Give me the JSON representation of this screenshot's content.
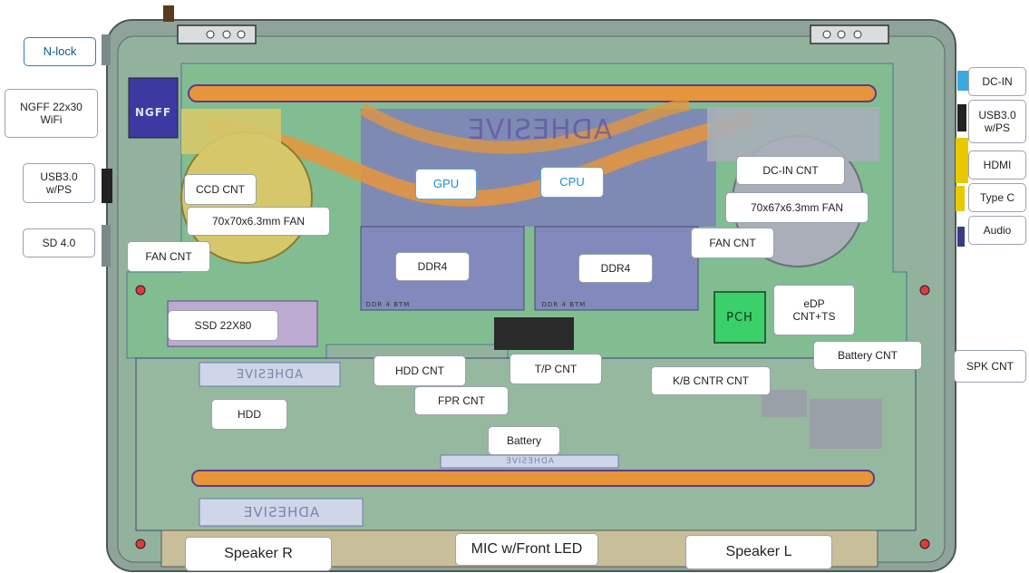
{
  "labels": {
    "nlock": "N-lock",
    "ngff_wifi": "NGFF 22x30\nWiFi",
    "usb_left": "USB3.0\nw/PS",
    "sd": "SD 4.0",
    "dc_in": "DC-IN",
    "usb_right": "USB3.0\nw/PS",
    "hdmi": "HDMI",
    "typec": "Type C",
    "audio": "Audio",
    "spk_cnt": "SPK CNT",
    "ccd_cnt": "CCD CNT",
    "fan_left": "70x70x6.3mm FAN",
    "fan_cnt_left": "FAN CNT",
    "gpu": "GPU",
    "cpu": "CPU",
    "dc_in_cnt": "DC-IN CNT",
    "fan_right": "70x67x6.3mm FAN",
    "fan_cnt_right": "FAN CNT",
    "ddr4_left": "DDR4",
    "ddr4_right": "DDR4",
    "ssd": "SSD 22X80",
    "edp": "eDP\nCNT+TS",
    "battery_cnt": "Battery CNT",
    "hdd_cnt": "HDD CNT",
    "tp_cnt": "T/P CNT",
    "kb_cnt": "K/B CNTR CNT",
    "fpr_cnt": "FPR CNT",
    "hdd": "HDD",
    "battery": "Battery",
    "speaker_r": "Speaker R",
    "mic": "MIC w/Front LED",
    "speaker_l": "Speaker L"
  },
  "board_marks": {
    "ngff": "NGFF",
    "pch": "PCH",
    "adhesive": "ADHESIVE",
    "ddr4_btm": "DDR 4 BTM"
  },
  "colors": {
    "chassis": "#8fa39a",
    "board": "#7fc08f",
    "heatpipe": "#e7953a",
    "heatpipe_edge": "#5a3d8a",
    "ram": "#7d79c0",
    "fan_left": "#d6c86a",
    "fan_right": "#a9aeb8",
    "callout_blue": "#1a8fd0"
  }
}
